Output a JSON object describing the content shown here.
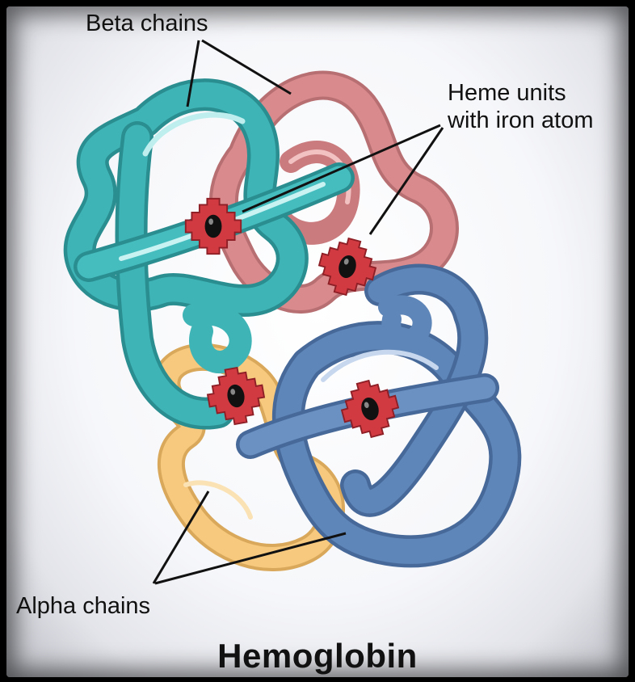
{
  "title": "Hemoglobin",
  "labels": {
    "beta": "Beta chains",
    "heme_line1": "Heme units",
    "heme_line2": "with iron atom",
    "alpha": "Alpha chains"
  },
  "colors": {
    "beta_teal": "#3fb4b6",
    "beta_pink": "#d98a8c",
    "alpha_yellow": "#f6c97e",
    "alpha_blue": "#5f86b8",
    "heme_red": "#d23a42",
    "iron": "#111111"
  }
}
